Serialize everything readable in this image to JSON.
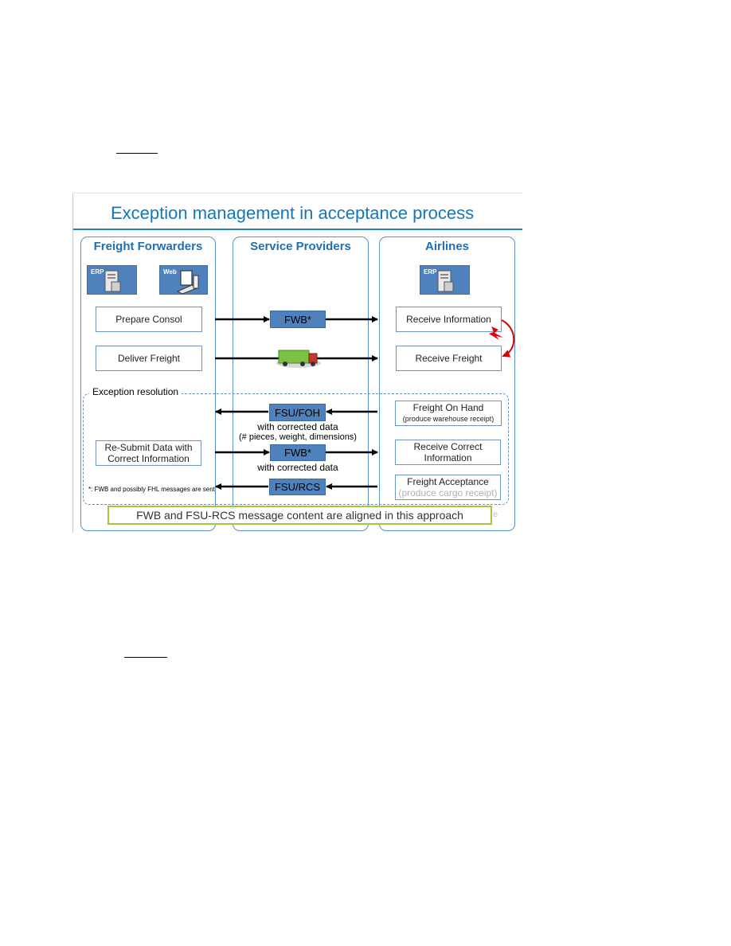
{
  "diagram": {
    "title": "Exception management in acceptance process",
    "lanes": {
      "freight_forwarders": "Freight Forwarders",
      "service_providers": "Service Providers",
      "airlines": "Airlines"
    },
    "systems": {
      "ff_erp": "ERP",
      "ff_web": "Web",
      "airline_erp": "ERP"
    },
    "boxes": {
      "prepare_consol": "Prepare Consol",
      "deliver_freight": "Deliver Freight",
      "receive_information": "Receive Information",
      "receive_freight": "Receive Freight",
      "resubmit_line1": "Re-Submit Data with",
      "resubmit_line2": "Correct Information",
      "freight_on_hand": "Freight On Hand",
      "freight_on_hand_sub": "(produce warehouse receipt)",
      "receive_correct_line1": "Receive Correct",
      "receive_correct_line2": "Information",
      "freight_acceptance": "Freight Acceptance",
      "freight_acceptance_sub": "(produce cargo receipt)"
    },
    "messages": {
      "fwb_top": "FWB*",
      "fsu_foh": "FSU/FOH",
      "fwb_bottom": "FWB*",
      "fsu_rcs": "FSU/RCS"
    },
    "notes": {
      "exception_resolution": "Exception resolution",
      "foh_note_line1": "with corrected data",
      "foh_note_line2": "(# pieces, weight, dimensions)",
      "fwb_note": "with corrected data",
      "footnote": "*: FWB and possibly FHL messages are sent"
    },
    "banner": "FWB and FSU-RCS message content are aligned in this approach",
    "banner_tail": "e",
    "colors": {
      "lane_header": "#1f6fb2",
      "message_fill": "#4f81bd",
      "banner_border": "#a4c639",
      "curved_arrow": "#e00000"
    },
    "icons": [
      "server-icon",
      "computer-icon",
      "truck-icon",
      "lightning-icon"
    ]
  }
}
